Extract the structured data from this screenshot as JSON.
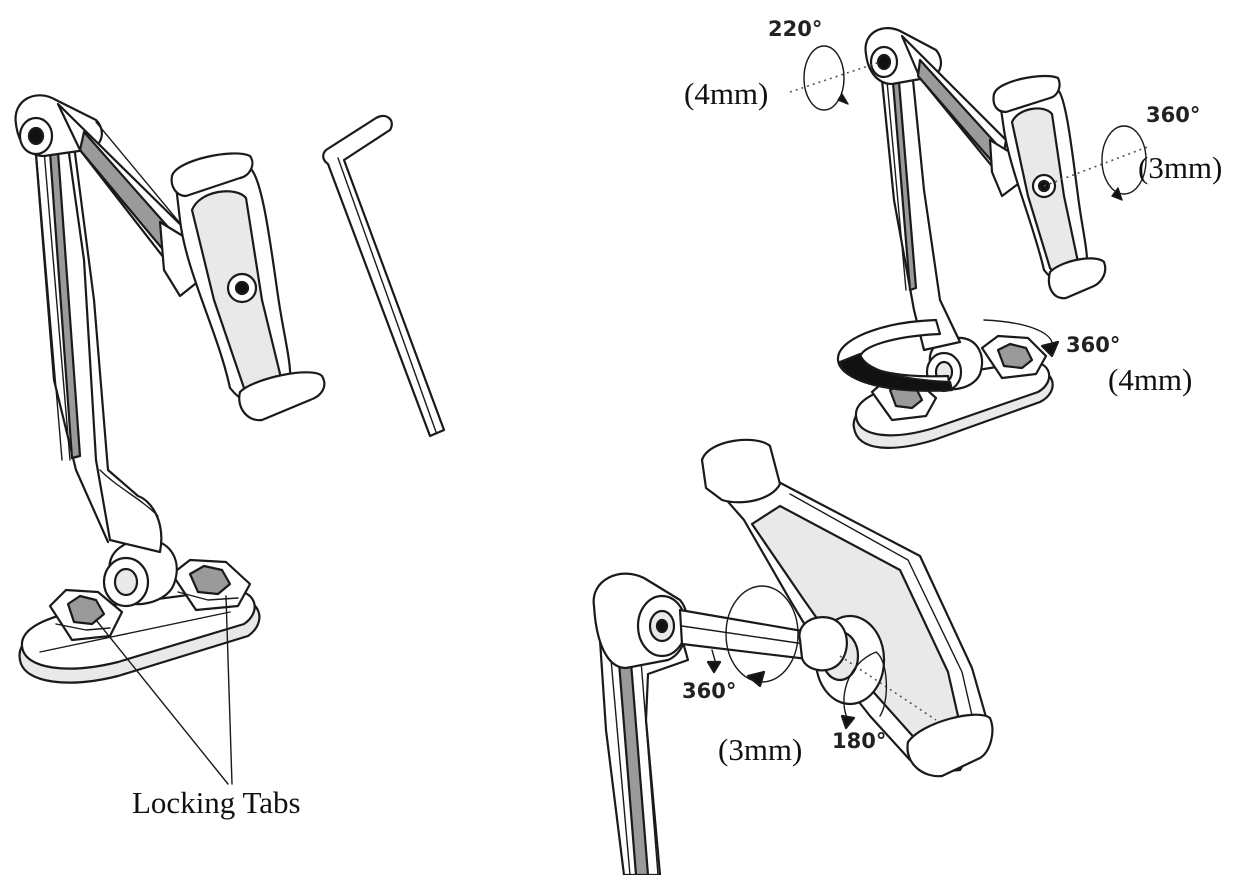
{
  "labels": {
    "locking_tabs": "Locking Tabs",
    "fig2_top_angle": "220°",
    "fig2_top_hex": "(4mm)",
    "fig2_holder_angle": "360°",
    "fig2_holder_hex": "(3mm)",
    "fig2_base_angle": "360°",
    "fig2_base_hex": "(4mm)",
    "fig3_angle_a": "360°",
    "fig3_hex": "(3mm)",
    "fig3_angle_b": "180°"
  }
}
